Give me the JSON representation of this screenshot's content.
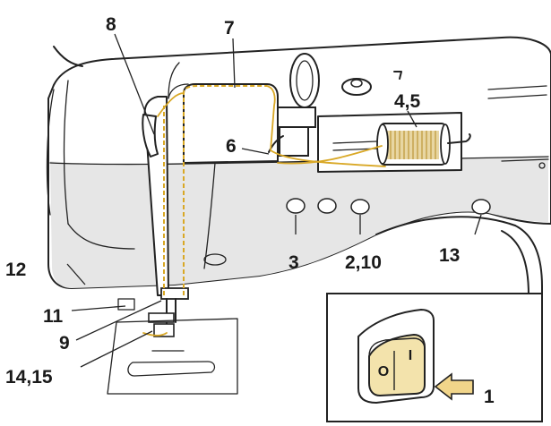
{
  "labels": {
    "l1": "1",
    "l2_10": "2,10",
    "l3": "3",
    "l4_5": "4,5",
    "l6": "6",
    "l7": "7",
    "l8": "8",
    "l9": "9",
    "l11": "11",
    "l12": "12",
    "l13": "13",
    "l14_15": "14,15"
  },
  "colors": {
    "thread": "#d9a826",
    "switch": "#f3e3ac",
    "arrow": "#f1d58a",
    "outline": "#222222",
    "shade": "#e6e6e6"
  },
  "icons": {
    "power-switch": "rocker-switch",
    "press-arrow": "arrow-left"
  },
  "switch_marks": {
    "off": "O",
    "on": "I"
  }
}
